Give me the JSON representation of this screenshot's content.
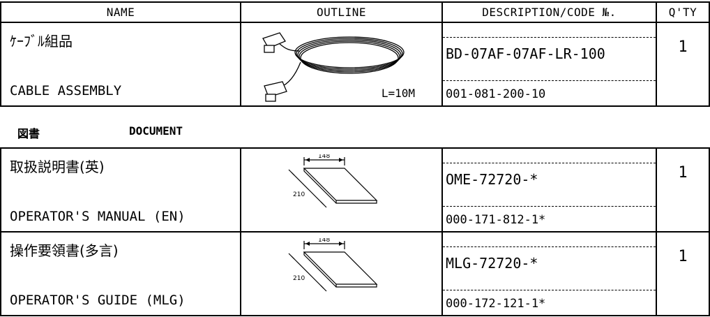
{
  "header": {
    "name": "NAME",
    "outline": "OUTLINE",
    "description": "DESCRIPTION/CODE №.",
    "qty": "Q'TY"
  },
  "cable": {
    "name_jp": "ｹｰﾌﾞﾙ組品",
    "name_en": "CABLE ASSEMBLY",
    "length": "L=10M",
    "code": "BD-07AF-07AF-LR-100",
    "number": "001-081-200-10",
    "qty": "1"
  },
  "section": {
    "jp": "図書",
    "en": "DOCUMENT"
  },
  "documents": [
    {
      "name_jp": "取扱説明書(英)",
      "name_en": "OPERATOR'S MANUAL (EN)",
      "width": "148",
      "height": "210",
      "code": "OME-72720-*",
      "number": "000-171-812-1*",
      "qty": "1"
    },
    {
      "name_jp": "操作要領書(多言)",
      "name_en": "OPERATOR'S GUIDE (MLG)",
      "width": "148",
      "height": "210",
      "code": "MLG-72720-*",
      "number": "000-172-121-1*",
      "qty": "1"
    }
  ]
}
